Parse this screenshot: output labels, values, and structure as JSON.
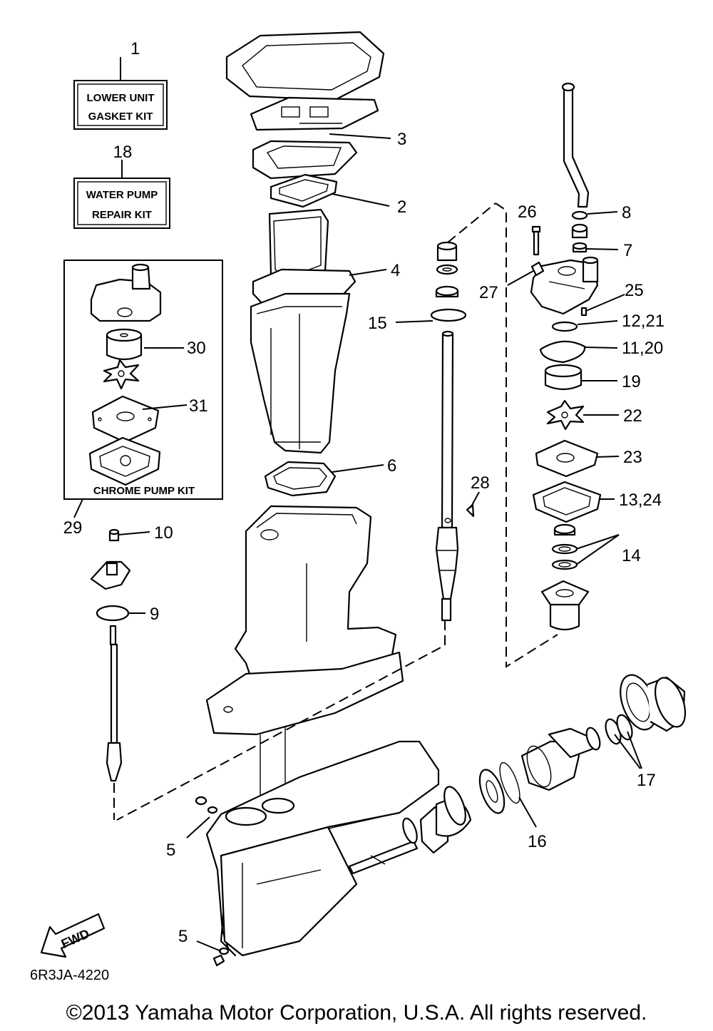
{
  "kits": {
    "lower_unit_gasket_kit": {
      "number": "1",
      "line1": "LOWER UNIT",
      "line2": "GASKET KIT"
    },
    "water_pump_repair_kit": {
      "number": "18",
      "line1": "WATER PUMP",
      "line2": "REPAIR KIT"
    },
    "chrome_pump_kit": {
      "number": "29",
      "label": "CHROME PUMP KIT"
    }
  },
  "callouts": {
    "c2": "2",
    "c3": "3",
    "c4": "4",
    "c5a": "5",
    "c5b": "5",
    "c6": "6",
    "c7": "7",
    "c8": "8",
    "c9": "9",
    "c10": "10",
    "c11_20": "11,20",
    "c12_21": "12,21",
    "c13_24": "13,24",
    "c14": "14",
    "c15": "15",
    "c16": "16",
    "c17": "17",
    "c19": "19",
    "c22": "22",
    "c23": "23",
    "c25": "25",
    "c26": "26",
    "c27": "27",
    "c28": "28",
    "c30": "30",
    "c31": "31"
  },
  "direction_label": "FWD",
  "diagram_code": "6R3JA-4220",
  "copyright": "©2013 Yamaha Motor Corporation, U.S.A. All rights reserved."
}
